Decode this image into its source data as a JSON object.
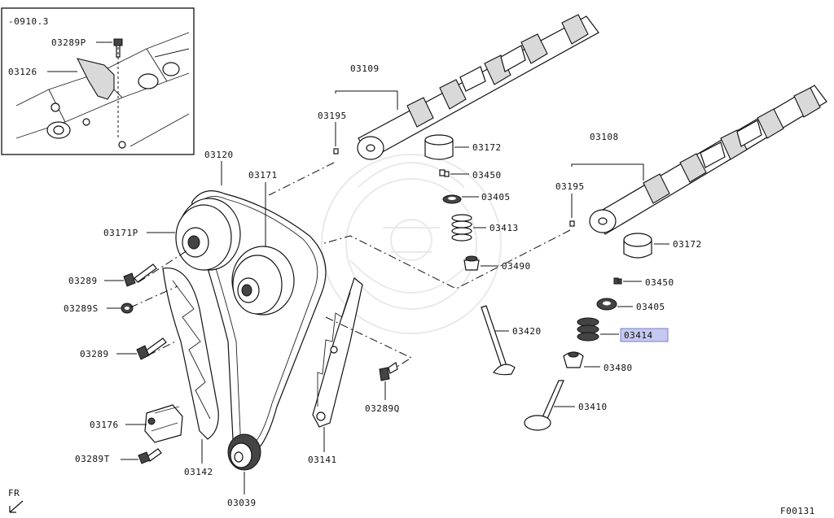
{
  "diagram": {
    "inset_date": "-0910.3",
    "orientation_label": "FR",
    "figure_code": "F00131",
    "highlight_color": "#c5c8ef",
    "highlighted_part": "03414"
  },
  "labels": {
    "p03289P": "03289P",
    "p03126": "03126",
    "p03109": "03109",
    "p03195a": "03195",
    "p03172a": "03172",
    "p03450a": "03450",
    "p03405a": "03405",
    "p03413": "03413",
    "p03490": "03490",
    "p03420": "03420",
    "p03120": "03120",
    "p03171": "03171",
    "p03171P": "03171P",
    "p03289a": "03289",
    "p03289S": "03289S",
    "p03289b": "03289",
    "p03176": "03176",
    "p03289T": "03289T",
    "p03142": "03142",
    "p03039": "03039",
    "p03141": "03141",
    "p03289Q": "03289Q",
    "p03108": "03108",
    "p03195b": "03195",
    "p03172b": "03172",
    "p03450b": "03450",
    "p03405b": "03405",
    "p03414": "03414",
    "p03480": "03480",
    "p03410": "03410"
  }
}
